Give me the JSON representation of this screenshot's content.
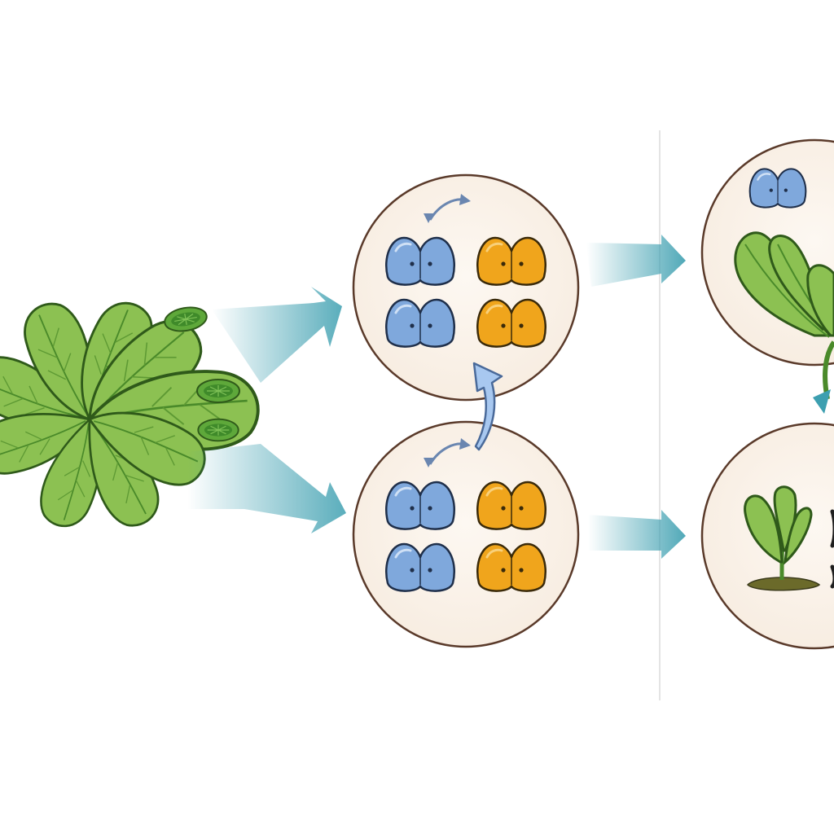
{
  "diagram": {
    "background": "#ffffff",
    "colors": {
      "leaf_fill": "#8cc152",
      "leaf_dark": "#4a8a2a",
      "leaf_outline": "#2f5a1a",
      "cell_fill": "#fbf3ea",
      "cell_outline": "#5a3a2a",
      "blue_chromosome": "#7fa8dc",
      "orange_chromosome": "#f0a51c",
      "arrow_teal": "#3d9fb0",
      "curved_arrow_blue": "#a8c8f0",
      "divider": "#e4e4e4",
      "soil": "#6b6a2a"
    },
    "cells": [
      {
        "id": "cell-top",
        "blue_pairs": 2,
        "orange_pairs": 2
      },
      {
        "id": "cell-bottom",
        "blue_pairs": 2,
        "orange_pairs": 2
      }
    ],
    "result_panels": [
      {
        "id": "result-top",
        "contents": [
          "blue-chromosome-icon",
          "leafy-plant-icon"
        ]
      },
      {
        "id": "result-bottom",
        "contents": [
          "sprout-icon"
        ]
      }
    ]
  }
}
